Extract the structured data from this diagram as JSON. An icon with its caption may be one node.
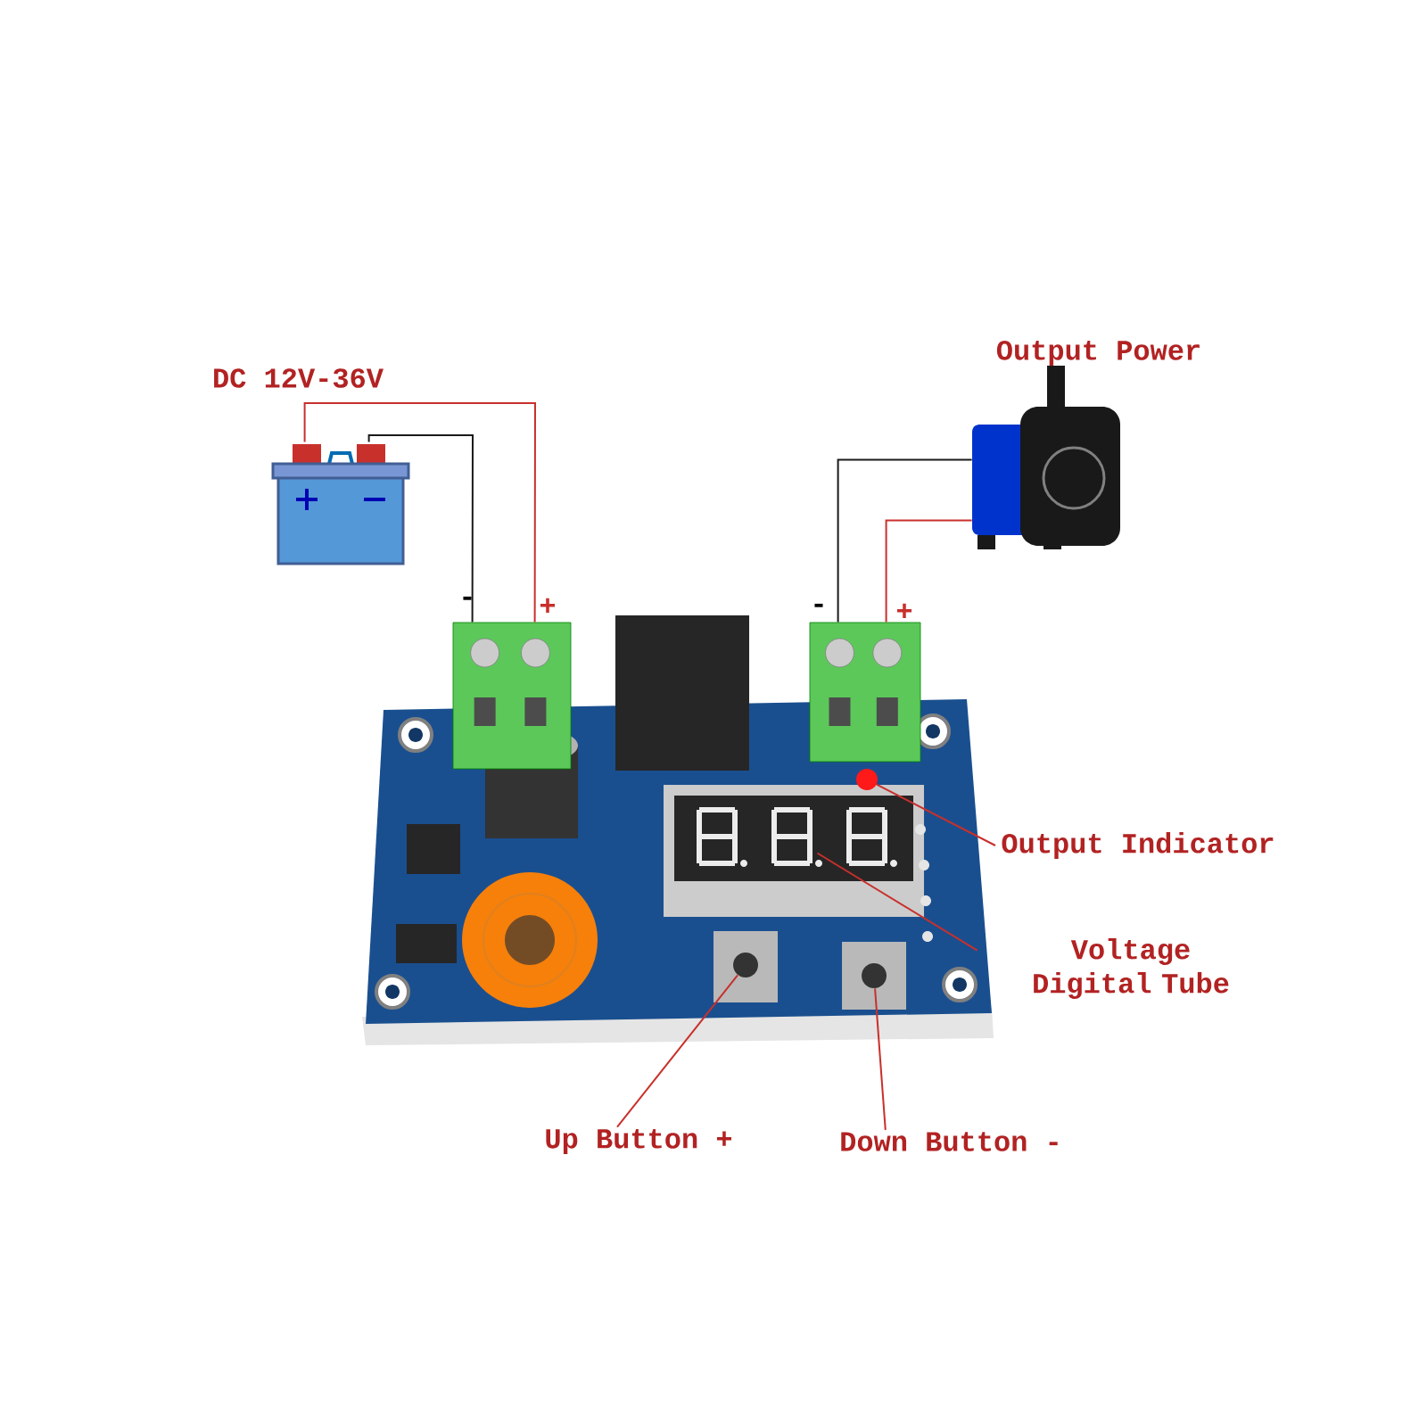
{
  "diagram": {
    "nodes": [
      {
        "text": [],
        "shape": "picture",
        "beside": [
          "DC 12V-36V"
        ]
      },
      {
        "text": [],
        "shape": "picture"
      },
      {
        "text": [],
        "shape": "picture"
      },
      {
        "text": [],
        "shape": "picture",
        "beside": [
          "Output Power"
        ]
      },
      {
        "text": [
          "Output Indicator"
        ]
      },
      {
        "text": [],
        "shape": "circle"
      },
      {
        "text": [
          "Voltage Digital Tube"
        ]
      },
      {
        "text": [],
        "shape": "picture"
      },
      {
        "text": [
          "Up Button +"
        ]
      },
      {
        "text": [],
        "shape": "circle"
      },
      {
        "text": [
          "Down Button -"
        ]
      },
      {
        "text": [],
        "shape": "circle"
      }
    ],
    "edges": [
      {
        "from": 0,
        "to": 1,
        "arrow": "none"
      },
      {
        "from": 0,
        "to": 1,
        "arrow": "none",
        "color": "#1a1a1a"
      },
      {
        "from": 2,
        "to": 3,
        "arrow": "none",
        "color": "#1a1a1a"
      },
      {
        "from": 2,
        "to": 3,
        "arrow": "none"
      },
      {
        "from": 4,
        "to": 5,
        "arrow": "none"
      },
      {
        "from": 6,
        "to": 7,
        "arrow": "none"
      },
      {
        "from": 8,
        "to": 9,
        "arrow": "none"
      },
      {
        "from": 10,
        "to": 11,
        "arrow": "none"
      }
    ],
    "labels": [
      "-",
      "+",
      "-",
      "+"
    ]
  }
}
